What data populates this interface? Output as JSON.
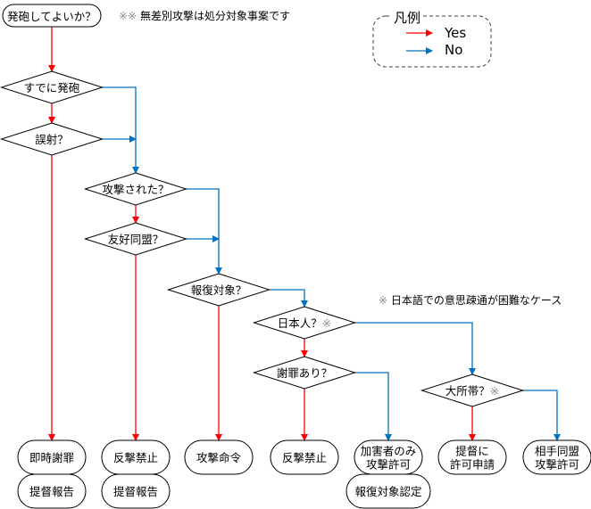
{
  "colors": {
    "yes": "#ff0000",
    "yes_light": "#ff7c80",
    "no": "#0070c0",
    "no_light": "#5b9bd5",
    "outline": "#000000",
    "note_mark": "#8c8c8c"
  },
  "start": {
    "label": "発砲してよいか？"
  },
  "notes": {
    "top": {
      "mark": "※※",
      "text": "無差別攻撃は処分対象事案です"
    },
    "middle": {
      "mark": "※",
      "text": "日本語での意思疎通が困難なケース"
    }
  },
  "legend": {
    "title": "凡例",
    "items": [
      {
        "label": "Yes",
        "color_key": "yes"
      },
      {
        "label": "No",
        "color_key": "no"
      }
    ]
  },
  "decisions": [
    {
      "id": "d1",
      "label": "すでに発砲"
    },
    {
      "id": "d2",
      "label": "誤射？"
    },
    {
      "id": "d3",
      "label": "攻撃された？"
    },
    {
      "id": "d4",
      "label": "友好同盟？"
    },
    {
      "id": "d5",
      "label": "報復対象？"
    },
    {
      "id": "d6",
      "label": "日本人？",
      "mark": "※"
    },
    {
      "id": "d7",
      "label": "謝罪あり？"
    },
    {
      "id": "d8",
      "label": "大所帯？",
      "mark": "※"
    }
  ],
  "outcomes": [
    {
      "id": "o1",
      "lines": [
        "即時謝罪"
      ]
    },
    {
      "id": "o1b",
      "lines": [
        "提督報告"
      ]
    },
    {
      "id": "o2",
      "lines": [
        "反撃禁止"
      ]
    },
    {
      "id": "o2b",
      "lines": [
        "提督報告"
      ]
    },
    {
      "id": "o3",
      "lines": [
        "攻撃命令"
      ]
    },
    {
      "id": "o4",
      "lines": [
        "反撃禁止"
      ]
    },
    {
      "id": "o5",
      "lines": [
        "加害者のみ",
        "攻撃許可"
      ]
    },
    {
      "id": "o5b",
      "lines": [
        "報復対象認定"
      ]
    },
    {
      "id": "o6",
      "lines": [
        "提督に",
        "許可申請"
      ]
    },
    {
      "id": "o7",
      "lines": [
        "相手同盟",
        "攻撃許可"
      ]
    }
  ],
  "edges": [
    {
      "from": "start",
      "to": "d1",
      "branch": "yes"
    },
    {
      "from": "d1",
      "to": "d2",
      "branch": "yes"
    },
    {
      "from": "d1",
      "to": "d3",
      "branch": "no"
    },
    {
      "from": "d2",
      "to": "o1",
      "branch": "yes"
    },
    {
      "from": "d2",
      "to": "d3",
      "branch": "no"
    },
    {
      "from": "d3",
      "to": "d4",
      "branch": "yes"
    },
    {
      "from": "d3",
      "to": "d5",
      "branch": "no"
    },
    {
      "from": "d4",
      "to": "o2",
      "branch": "yes"
    },
    {
      "from": "d4",
      "to": "d5",
      "branch": "no"
    },
    {
      "from": "d5",
      "to": "o3",
      "branch": "yes"
    },
    {
      "from": "d5",
      "to": "d6",
      "branch": "no"
    },
    {
      "from": "d6",
      "to": "d7",
      "branch": "yes"
    },
    {
      "from": "d6",
      "to": "d8",
      "branch": "no"
    },
    {
      "from": "d7",
      "to": "o4",
      "branch": "yes"
    },
    {
      "from": "d7",
      "to": "o5",
      "branch": "no"
    },
    {
      "from": "d8",
      "to": "o6",
      "branch": "yes"
    },
    {
      "from": "d8",
      "to": "o7",
      "branch": "no"
    }
  ]
}
